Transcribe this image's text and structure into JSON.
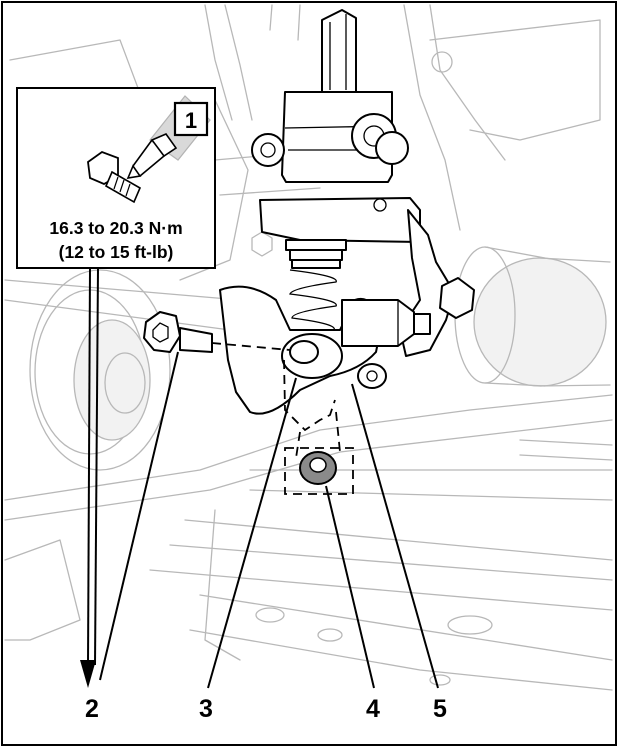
{
  "callouts": {
    "c1": "1",
    "c2": "2",
    "c3": "3",
    "c4": "4",
    "c5": "5"
  },
  "torque": {
    "metric": "16.3 to 20.3 N·m",
    "imperial": "(12 to 15 ft-lb)"
  },
  "colors": {
    "line": "#000000",
    "background_part": "#b8b8b8",
    "washer": "#8a8a8a"
  },
  "icons": {
    "torque_inset": "bolt-thread-locker-icon"
  }
}
